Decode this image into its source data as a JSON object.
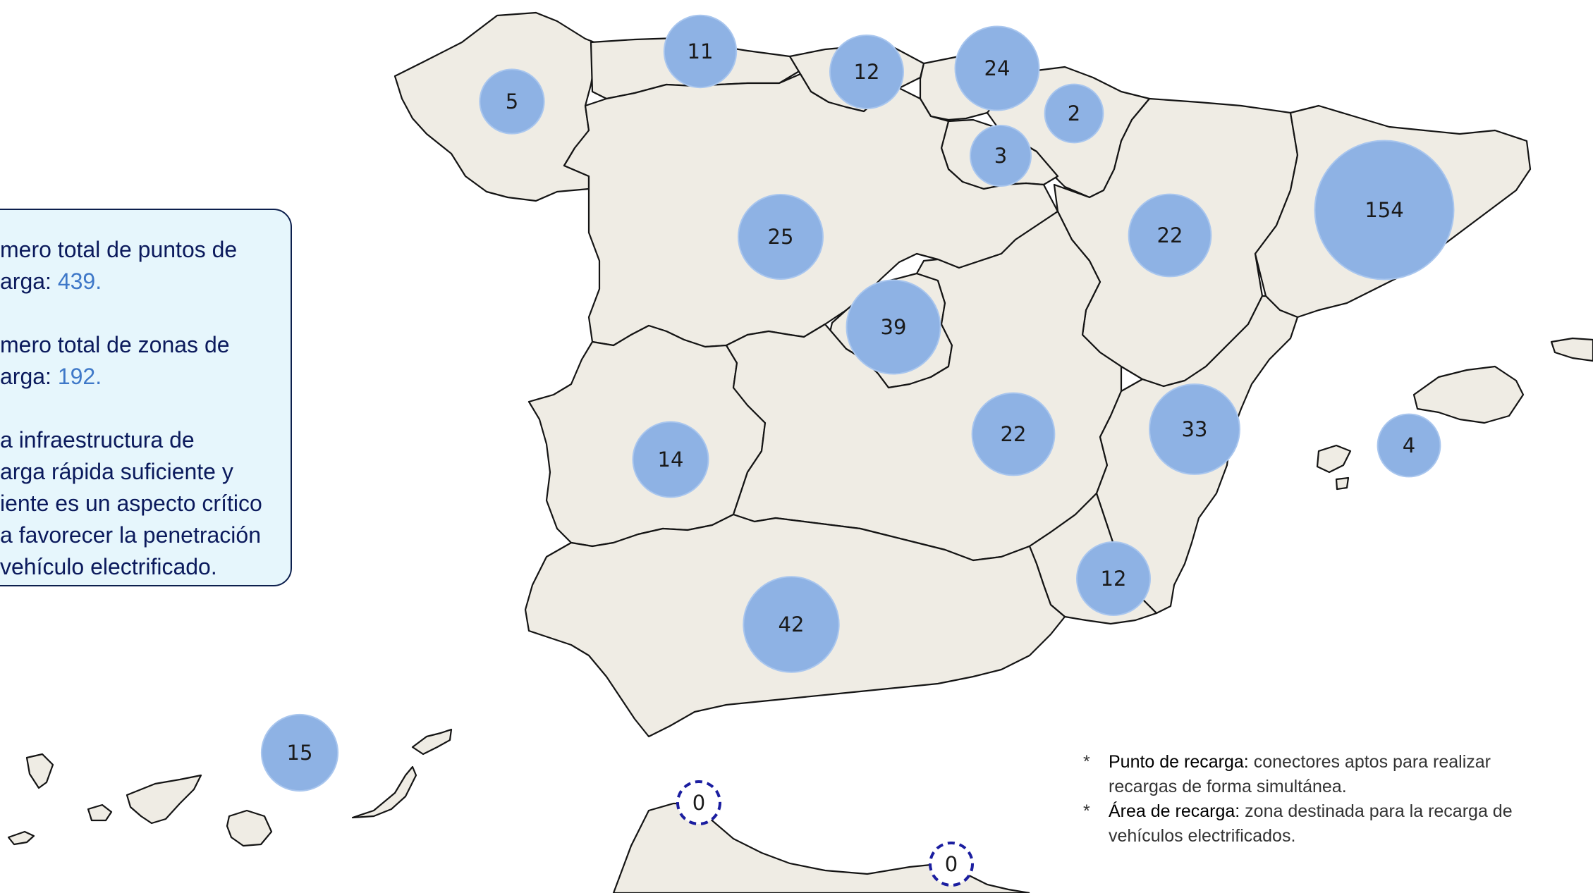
{
  "info_box": {
    "total_points_label": "mero total de puntos de",
    "total_points_label2": "arga: ",
    "total_points_value": "439.",
    "total_zones_label": "mero total de zonas de",
    "total_zones_label2": "arga: ",
    "total_zones_value": "192.",
    "statement_lines": [
      "a infraestructura de",
      "arga rápida suficiente y",
      "iente es un aspecto crítico",
      "a favorecer la penetración",
      "vehículo electrificado."
    ]
  },
  "region_counts": [
    {
      "label": "5",
      "value": 5
    },
    {
      "label": "11",
      "value": 11
    },
    {
      "label": "12",
      "value": 12
    },
    {
      "label": "24",
      "value": 24
    },
    {
      "label": "2",
      "value": 2
    },
    {
      "label": "3",
      "value": 3
    },
    {
      "label": "25",
      "value": 25
    },
    {
      "label": "22",
      "value": 22
    },
    {
      "label": "154",
      "value": 154
    },
    {
      "label": "39",
      "value": 39
    },
    {
      "label": "14",
      "value": 14
    },
    {
      "label": "22",
      "value": 22
    },
    {
      "label": "33",
      "value": 33
    },
    {
      "label": "4",
      "value": 4
    },
    {
      "label": "12",
      "value": 12
    },
    {
      "label": "42",
      "value": 42
    },
    {
      "label": "15",
      "value": 15
    },
    {
      "label": "0",
      "value": 0
    },
    {
      "label": "0",
      "value": 0
    }
  ],
  "notes": [
    {
      "marker": "*",
      "term": "Punto de recarga:",
      "text_line1": " conectores aptos para realizar",
      "text_line2": "recargas de forma simultánea."
    },
    {
      "marker": "*",
      "term": "Área de recarga:",
      "text_line1": " zona destinada para la recarga de",
      "text_line2": "vehículos electrificados."
    }
  ],
  "colors": {
    "land": "#efece4",
    "border": "#141414",
    "bubble": "#8eb2e4",
    "zero_outline": "#1b1ea0",
    "box_background": "#e6f6fc",
    "box_text": "#0b1a5c",
    "highlight": "#3e78c8"
  }
}
